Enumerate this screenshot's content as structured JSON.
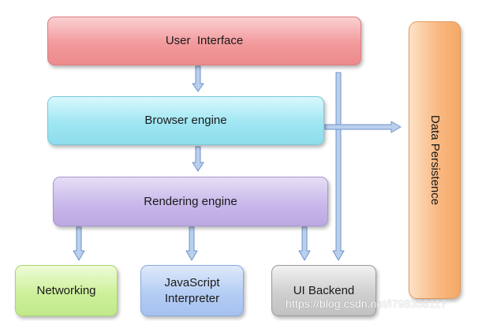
{
  "diagram": {
    "nodes": {
      "user_interface": "User  Interface",
      "browser_engine": "Browser engine",
      "rendering_engine": "Rendering engine",
      "networking": "Networking",
      "javascript_interpreter_line1": "JavaScript",
      "javascript_interpreter_line2": "Interpreter",
      "ui_backend": "UI Backend",
      "data_persistence": "Data Persistence"
    },
    "edges": [
      {
        "from": "user_interface",
        "to": "browser_engine"
      },
      {
        "from": "browser_engine",
        "to": "rendering_engine"
      },
      {
        "from": "rendering_engine",
        "to": "networking"
      },
      {
        "from": "rendering_engine",
        "to": "javascript_interpreter"
      },
      {
        "from": "rendering_engine",
        "to": "ui_backend"
      },
      {
        "from": "user_interface",
        "to": "ui_backend"
      },
      {
        "from": "browser_engine",
        "to": "data_persistence"
      }
    ],
    "colors": {
      "arrow_fill": "#b9cfee",
      "arrow_stroke": "#6f93c6"
    }
  },
  "watermark": "https://blog.csdn.net/l798358117"
}
